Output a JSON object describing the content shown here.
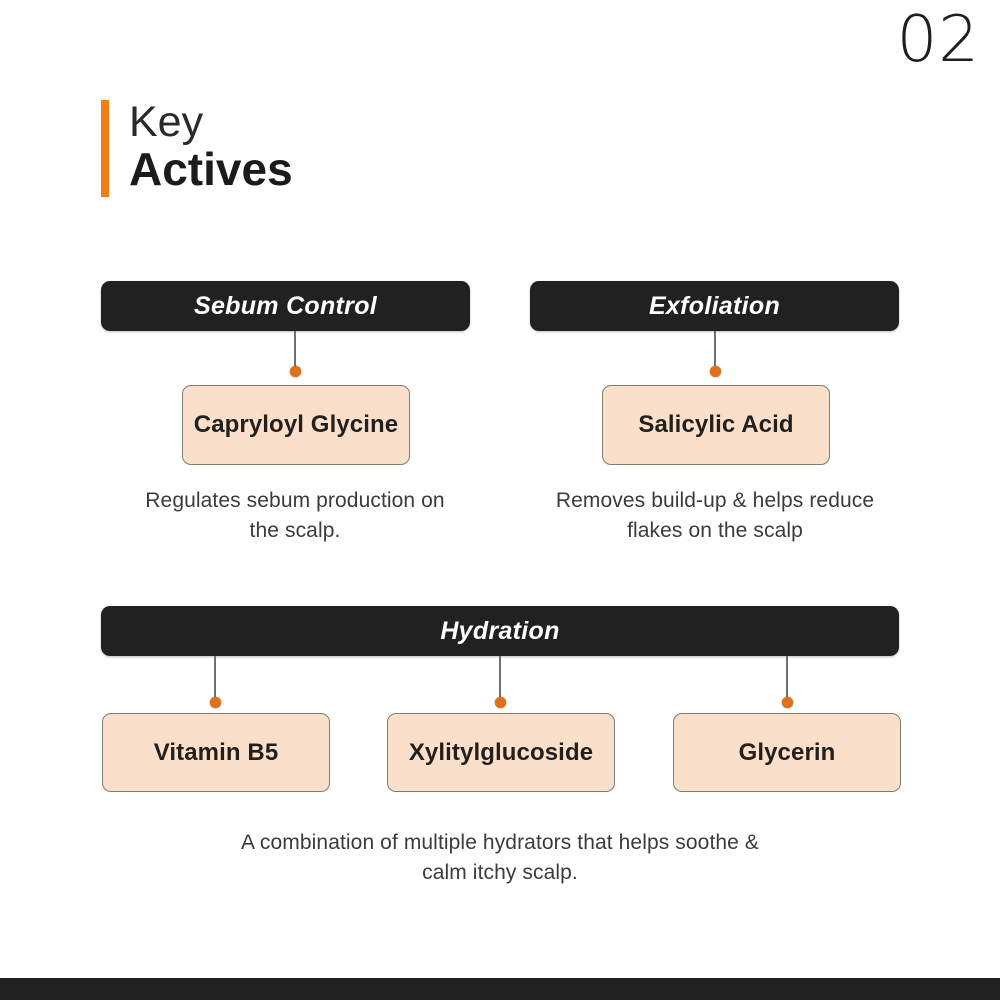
{
  "page": {
    "number": "02",
    "accent_color": "#F07F16",
    "dark_color": "#212121",
    "peach_color": "#FAE0CB",
    "dot_color": "#E0701A"
  },
  "title": {
    "line1": "Key",
    "line2": "Actives"
  },
  "groups": [
    {
      "header": "Sebum Control",
      "items": [
        {
          "name": "Capryloyl Glycine"
        }
      ],
      "description": "Regulates sebum production on the scalp."
    },
    {
      "header": "Exfoliation",
      "items": [
        {
          "name": "Salicylic Acid"
        }
      ],
      "description": "Removes build-up & helps reduce flakes on the scalp"
    },
    {
      "header": "Hydration",
      "items": [
        {
          "name": "Vitamin B5"
        },
        {
          "name": "Xylitylglucoside"
        },
        {
          "name": "Glycerin"
        }
      ],
      "description": "A combination of multiple hydrators that helps soothe & calm itchy scalp."
    }
  ]
}
